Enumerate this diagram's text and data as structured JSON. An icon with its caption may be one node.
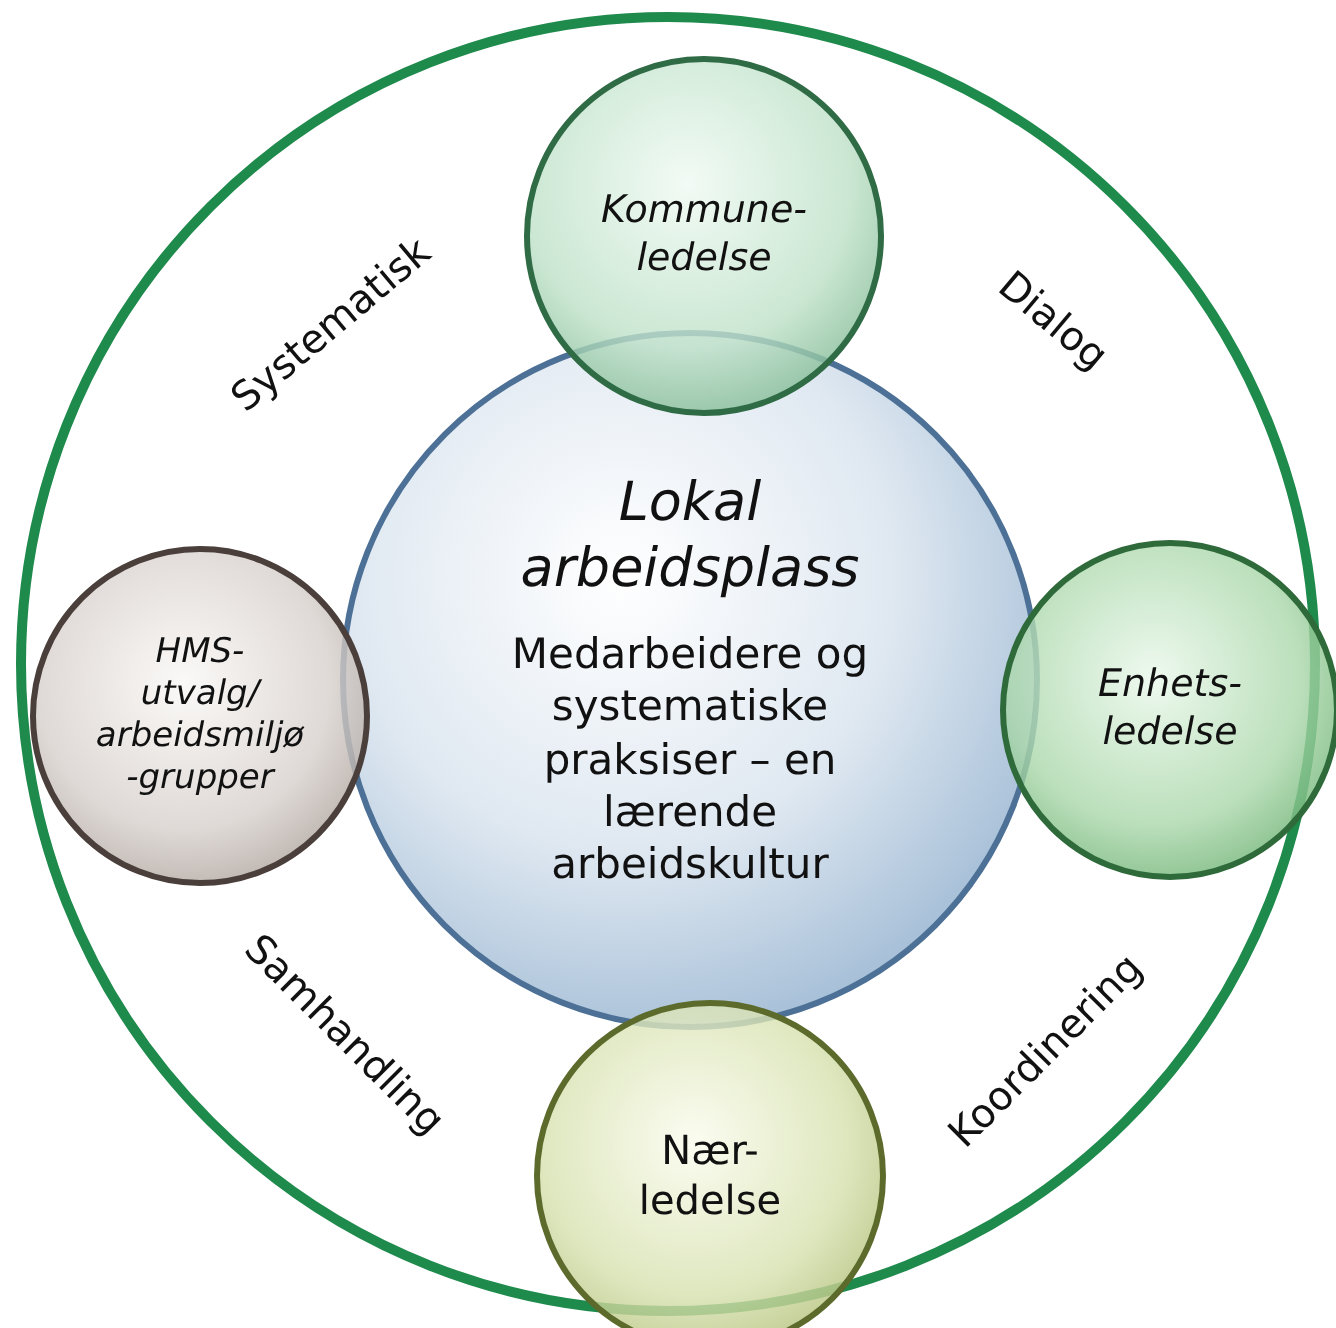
{
  "diagram": {
    "nodes": [
      {
        "text": [],
        "shape": "circle"
      },
      {
        "text": [
          "Lokal arbeidsplass",
          "Medarbeidere og systematiske praksiser – en lærende arbeidskultur"
        ],
        "in": 0
      },
      {
        "text": [
          "Kommune- ledelse"
        ],
        "in": 0
      },
      {
        "text": [
          "Enhets- ledelse"
        ]
      },
      {
        "text": [
          "Nær- ledelse"
        ],
        "in": 0
      },
      {
        "text": [
          "HMS- utvalg/ arbeidsmiljø -grupper"
        ],
        "in": 0
      }
    ],
    "edges": [],
    "labels": [
      "Systematisk",
      "Dialog",
      "Samhandling",
      "Koordinering"
    ]
  }
}
